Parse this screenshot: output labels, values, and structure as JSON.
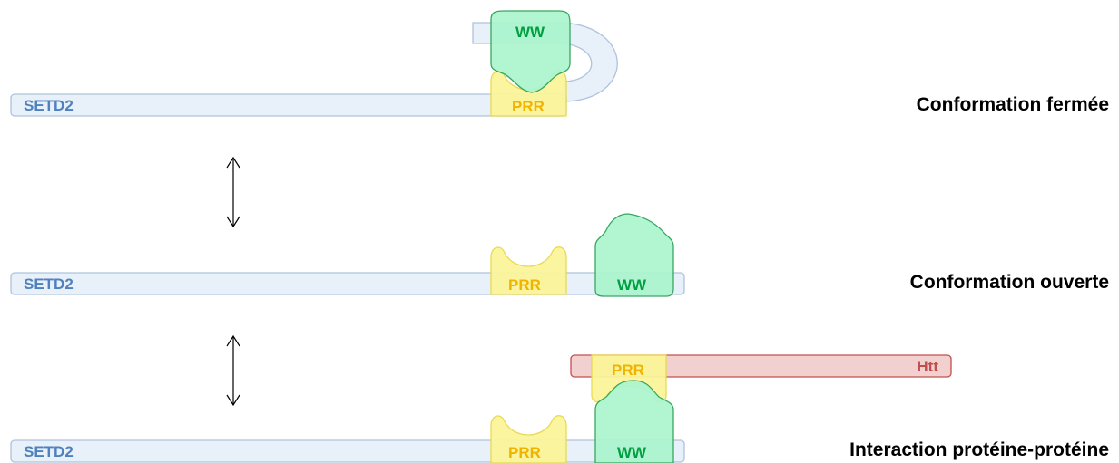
{
  "protein": {
    "name": "SETD2"
  },
  "domains": {
    "ww": "WW",
    "prr": "PRR"
  },
  "partner": {
    "name": "Htt"
  },
  "states": [
    {
      "caption": "Conformation fermée"
    },
    {
      "caption": "Conformation ouverte"
    },
    {
      "caption": "Interaction protéine-protéine"
    }
  ],
  "colors": {
    "setd2_fill": "#e8f0f9",
    "setd2_stroke": "#aec3dc",
    "setd2_text": "#4f81bd",
    "ww_fill": "#adf5cf",
    "ww_stroke": "#2fa35a",
    "ww_text": "#00a040",
    "prr_fill": "#fbf59a",
    "prr_stroke": "#e7d94a",
    "prr_text": "#f0b400",
    "htt_fill": "#f3d0d0",
    "htt_stroke": "#c0504d",
    "htt_text": "#c0504d",
    "arrow": "#000000"
  }
}
